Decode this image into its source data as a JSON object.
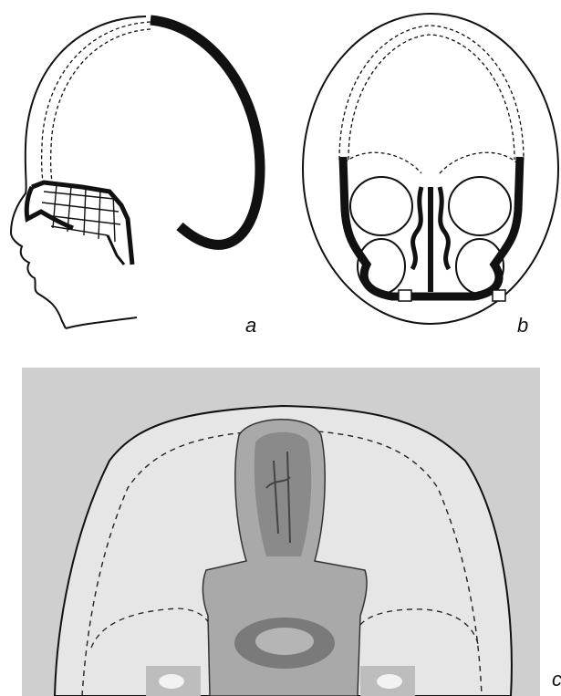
{
  "figure": {
    "panels": [
      {
        "label": "a",
        "view": "lateral",
        "style": "line drawing"
      },
      {
        "label": "b",
        "view": "coronal",
        "style": "line drawing"
      },
      {
        "label": "c",
        "view": "axial",
        "style": "photograph with dashed overlay"
      }
    ]
  },
  "colors": {
    "ink": "#111111",
    "photo_background": "#cfcfcf",
    "cranium_fill": "#e6e6e6",
    "bone_shading": "#8a8a8a"
  }
}
